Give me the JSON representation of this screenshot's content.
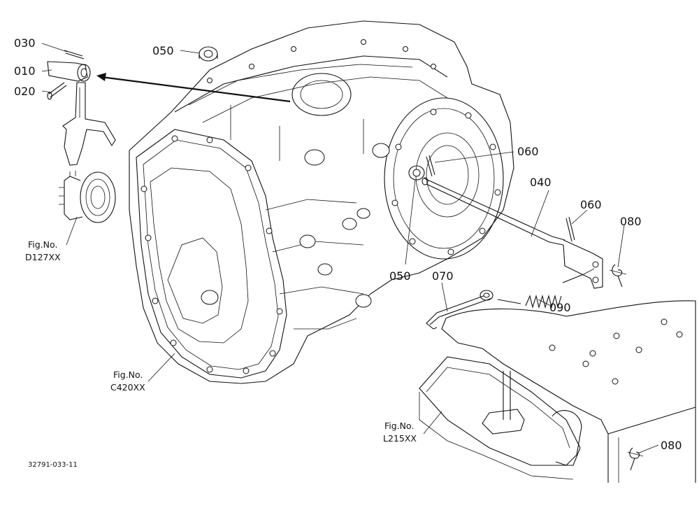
{
  "callouts": {
    "c030": "030",
    "c010": "010",
    "c020": "020",
    "c050a": "050",
    "c050b": "050",
    "c060a": "060",
    "c060b": "060",
    "c040": "040",
    "c080a": "080",
    "c080b": "080",
    "c070": "070",
    "c090": "090"
  },
  "fig_refs": {
    "d127": {
      "line1": "Fig.No.",
      "line2": "D127XX"
    },
    "c420": {
      "line1": "Fig.No.",
      "line2": "C420XX"
    },
    "l215": {
      "line1": "Fig.No.",
      "line2": "L215XX"
    }
  },
  "doc_id": "32791-033-11",
  "colors": {
    "ink": "#111111",
    "paper": "#ffffff"
  }
}
